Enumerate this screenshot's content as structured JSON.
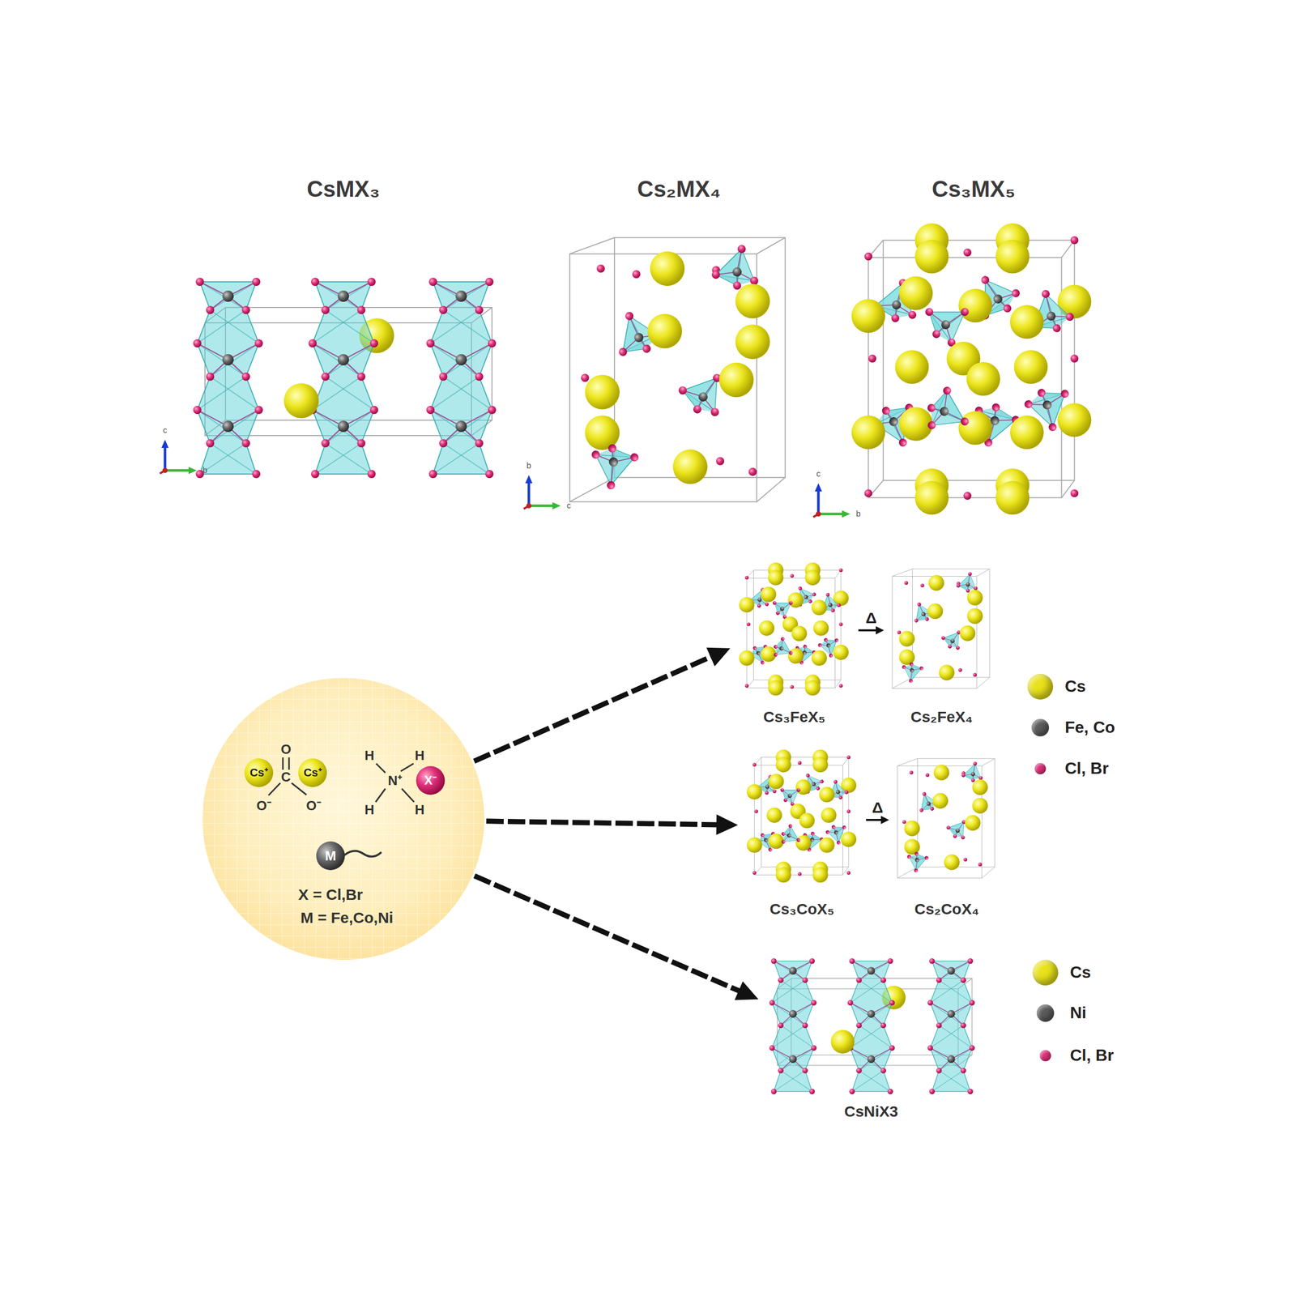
{
  "diagram": {
    "nodes": [
      {
        "text": [
          "CsMX₃"
        ]
      },
      {
        "text": [
          "Cs₂MX₄"
        ]
      },
      {
        "text": [
          "Cs₃MX₅"
        ]
      },
      {
        "text": [
          "Cs⁺",
          "Cs⁺",
          "O",
          "C",
          "O⁻",
          "O⁻",
          "H",
          "H",
          "N⁺",
          "X⁻",
          "H",
          "H",
          "M",
          "X = Cl,Br",
          "M = Fe,Co,Ni"
        ]
      },
      {
        "text": [
          "Cs₃FeX₅"
        ]
      },
      {
        "text": [
          "Cs₂FeX₄"
        ]
      },
      {
        "text": [
          "Cs₃CoX₅"
        ]
      },
      {
        "text": [
          "Cs₂CoX₄"
        ]
      },
      {
        "text": [
          "CsNiX3"
        ]
      }
    ],
    "edges": [
      {
        "from": 3,
        "to": 4,
        "arrow": "to"
      },
      {
        "from": 3,
        "to": 6,
        "arrow": "to"
      },
      {
        "from": 3,
        "to": 8,
        "arrow": "to"
      },
      {
        "from": 4,
        "to": 5,
        "label": "Δ",
        "arrow": "to"
      },
      {
        "from": 6,
        "to": 7,
        "label": "Δ",
        "arrow": "to"
      }
    ],
    "labels": [
      "c",
      "b",
      "c",
      "b",
      "c",
      "b"
    ],
    "legend": [
      {
        "text": "Cs",
        "color": "#e8e21a"
      },
      {
        "text": "Fe, Co",
        "color": "#5a5a5a"
      },
      {
        "text": "Cl, Br",
        "color": "#e0307a"
      },
      {
        "text": "Cs",
        "color": "#e8e21a"
      },
      {
        "text": "Ni",
        "color": "#5a5a5a"
      },
      {
        "text": "Cl, Br",
        "color": "#e0307a"
      }
    ]
  }
}
